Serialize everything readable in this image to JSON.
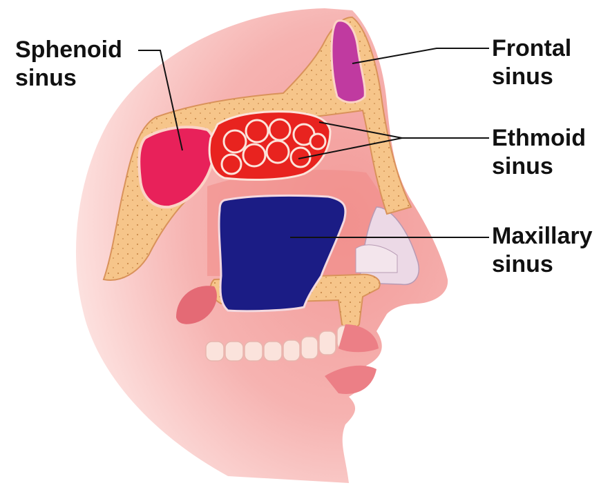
{
  "labels": {
    "sphenoid": {
      "line1": "Sphenoid",
      "line2": "sinus"
    },
    "frontal": {
      "line1": "Frontal",
      "line2": "sinus"
    },
    "ethmoid": {
      "line1": "Ethmoid",
      "line2": "sinus"
    },
    "maxillary": {
      "line1": "Maxillary",
      "line2": "sinus"
    }
  },
  "colors": {
    "skin_light": "#fbd9d6",
    "skin": "#f4a3a1",
    "skin_dark": "#e8827e",
    "bone": "#f6c58a",
    "bone_dots": "#c98a4b",
    "sphenoid": "#e8215a",
    "frontal": "#b8339a",
    "ethmoid": "#e8231f",
    "maxillary": "#1b1c85",
    "teeth": "#fbe3dc",
    "leader_line": "#111111"
  }
}
